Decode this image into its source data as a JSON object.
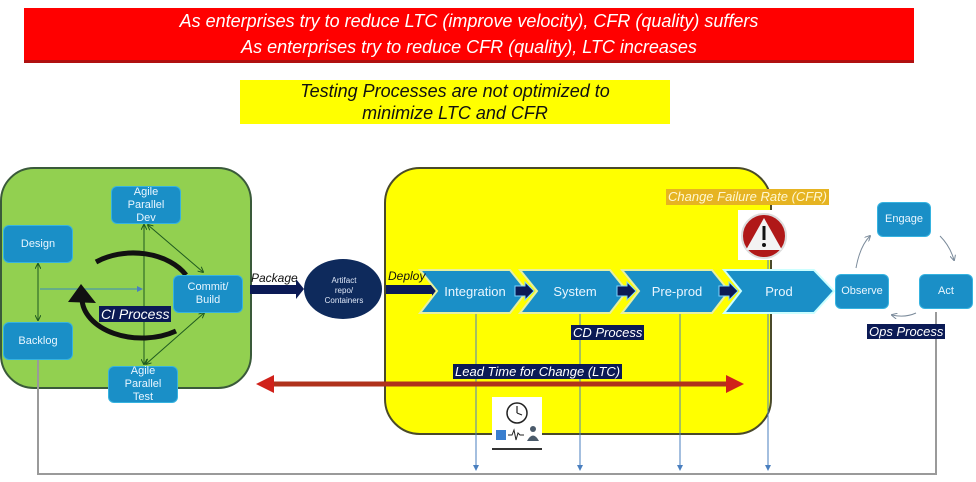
{
  "banners": {
    "red_line1": "As enterprises try to reduce LTC (improve velocity), CFR (quality) suffers",
    "red_line2": "As enterprises try to reduce CFR (quality), LTC increases",
    "yellow_line1": "Testing Processes are not optimized to",
    "yellow_line2": "minimize LTC and CFR"
  },
  "ci": {
    "title": "CI Process",
    "boxes": {
      "design": "Design",
      "backlog": "Backlog",
      "dev": [
        "Agile",
        "Parallel",
        "Dev"
      ],
      "test": [
        "Agile",
        "Parallel",
        "Test"
      ],
      "commit": [
        "Commit/",
        "Build"
      ]
    }
  },
  "package_label": "Package",
  "artifact": [
    "Artifact",
    "repo/",
    "Containers"
  ],
  "deploy_label": "Deploy",
  "cd": {
    "title": "CD Process",
    "stages": [
      "Integration",
      "System",
      "Pre-prod",
      "Prod"
    ]
  },
  "cfr_label": "Change Failure Rate (CFR)",
  "ltc_label": "Lead Time for Change (LTC)",
  "ops": {
    "title": "Ops Process",
    "boxes": {
      "engage": "Engage",
      "observe": "Observe",
      "act": "Act"
    }
  },
  "colors": {
    "red_banner": "#ff0000",
    "yellow": "#ffff00",
    "green_panel": "#92d050",
    "box_blue": "#1a8fc7",
    "navy": "#0b1a55",
    "ltc_arrow": "#c0261c"
  },
  "icons": [
    "warning-icon",
    "clock-monitoring-icon"
  ]
}
